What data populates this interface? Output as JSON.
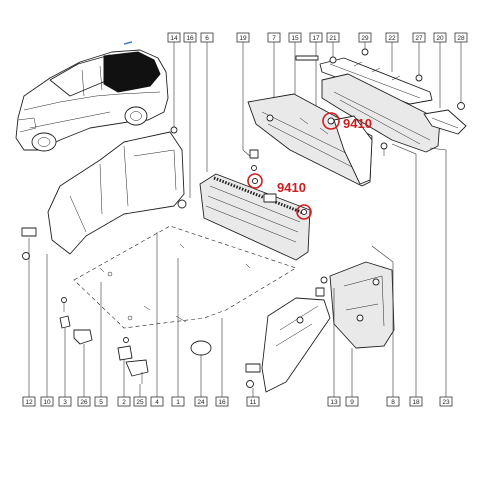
{
  "top_callouts": [
    {
      "id": "top-14",
      "label": "14"
    },
    {
      "id": "top-16",
      "label": "16"
    },
    {
      "id": "top-6",
      "label": "6"
    },
    {
      "id": "top-19",
      "label": "19"
    },
    {
      "id": "top-7",
      "label": "7"
    },
    {
      "id": "top-15",
      "label": "15"
    },
    {
      "id": "top-17",
      "label": "17"
    },
    {
      "id": "top-21",
      "label": "21"
    },
    {
      "id": "top-29",
      "label": "29"
    },
    {
      "id": "top-22",
      "label": "22"
    },
    {
      "id": "top-27",
      "label": "27"
    },
    {
      "id": "top-20",
      "label": "20"
    },
    {
      "id": "top-28",
      "label": "28"
    }
  ],
  "bottom_callouts": [
    {
      "id": "bot-12",
      "label": "12"
    },
    {
      "id": "bot-10",
      "label": "10"
    },
    {
      "id": "bot-3",
      "label": "3"
    },
    {
      "id": "bot-26",
      "label": "26"
    },
    {
      "id": "bot-5",
      "label": "5"
    },
    {
      "id": "bot-2",
      "label": "2"
    },
    {
      "id": "bot-25",
      "label": "25"
    },
    {
      "id": "bot-4",
      "label": "4"
    },
    {
      "id": "bot-1",
      "label": "1"
    },
    {
      "id": "bot-24",
      "label": "24"
    },
    {
      "id": "bot-16",
      "label": "16"
    },
    {
      "id": "bot-11",
      "label": "11"
    },
    {
      "id": "bot-13",
      "label": "13"
    },
    {
      "id": "bot-9",
      "label": "9"
    },
    {
      "id": "bot-8",
      "label": "8"
    },
    {
      "id": "bot-18",
      "label": "18"
    },
    {
      "id": "bot-23",
      "label": "23"
    }
  ],
  "highlights": {
    "label_upper": "9410",
    "label_lower": "9410",
    "color": "#c8201f"
  }
}
